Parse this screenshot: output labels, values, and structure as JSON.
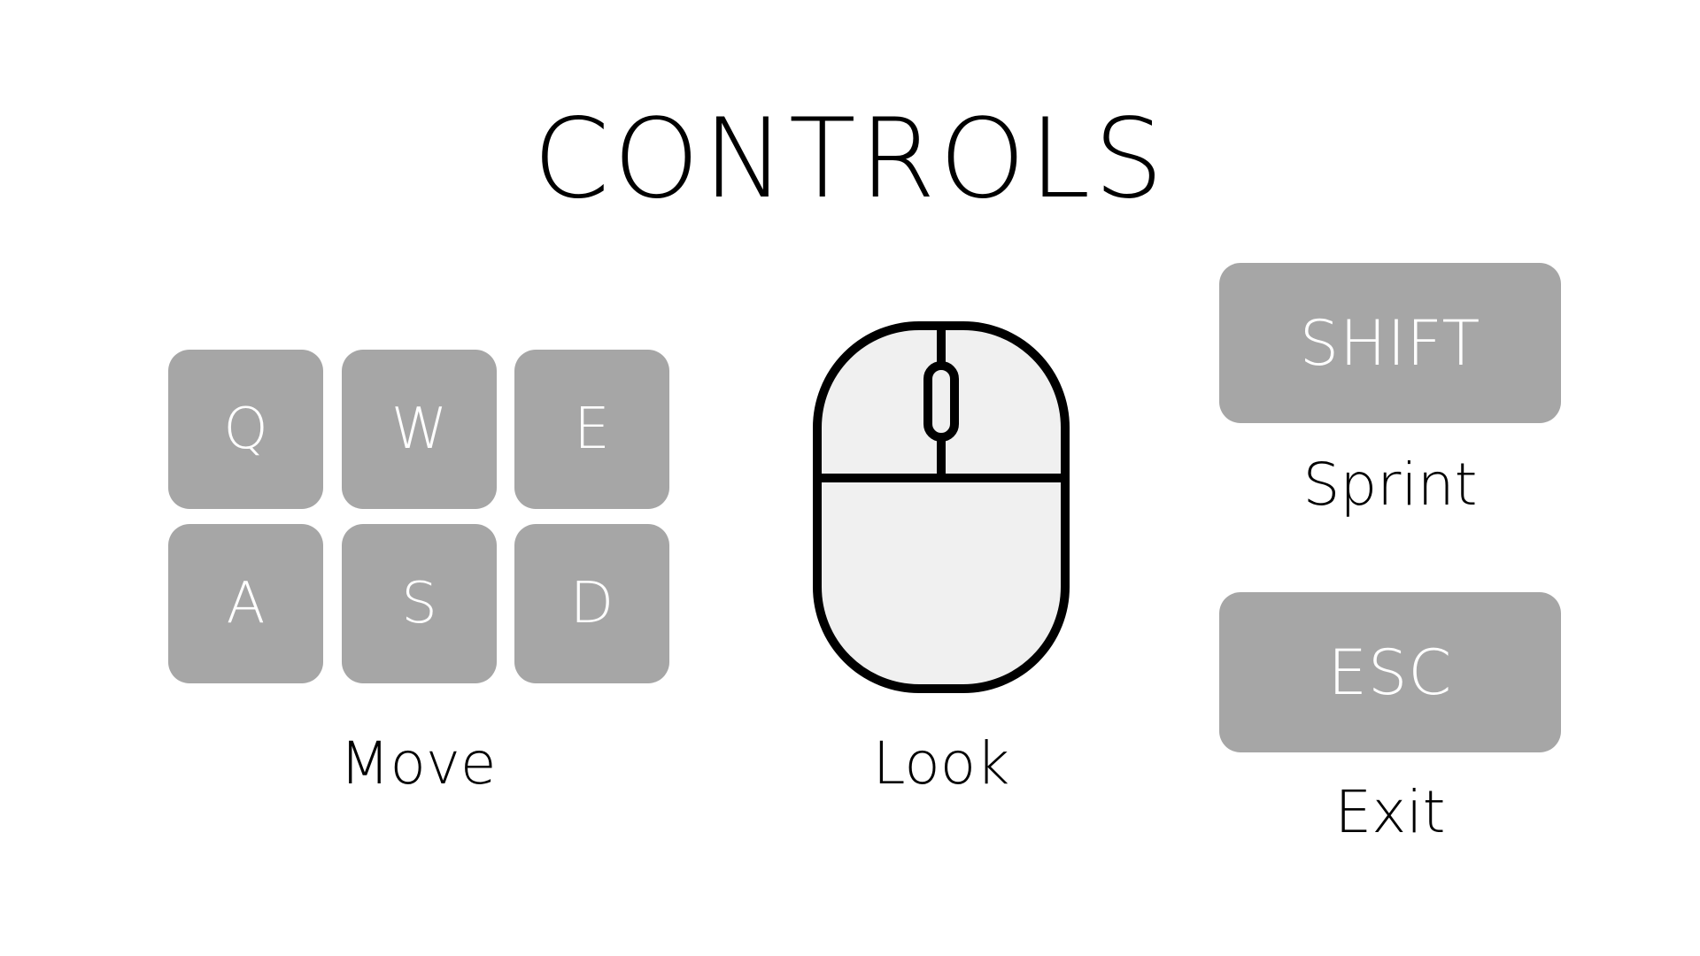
{
  "title": "CONTROLS",
  "move": {
    "keys": [
      "Q",
      "W",
      "E",
      "A",
      "S",
      "D"
    ],
    "label": "Move"
  },
  "look": {
    "icon": "mouse-icon",
    "label": "Look"
  },
  "sprint": {
    "key": "SHIFT",
    "label": "Sprint"
  },
  "exit": {
    "key": "ESC",
    "label": "Exit"
  },
  "colors": {
    "background": "#ffffff",
    "key_fill": "#a6a6a6",
    "key_text": "#ffffff",
    "text": "#000000",
    "mouse_fill": "#f0f0f0",
    "mouse_stroke": "#000000"
  }
}
